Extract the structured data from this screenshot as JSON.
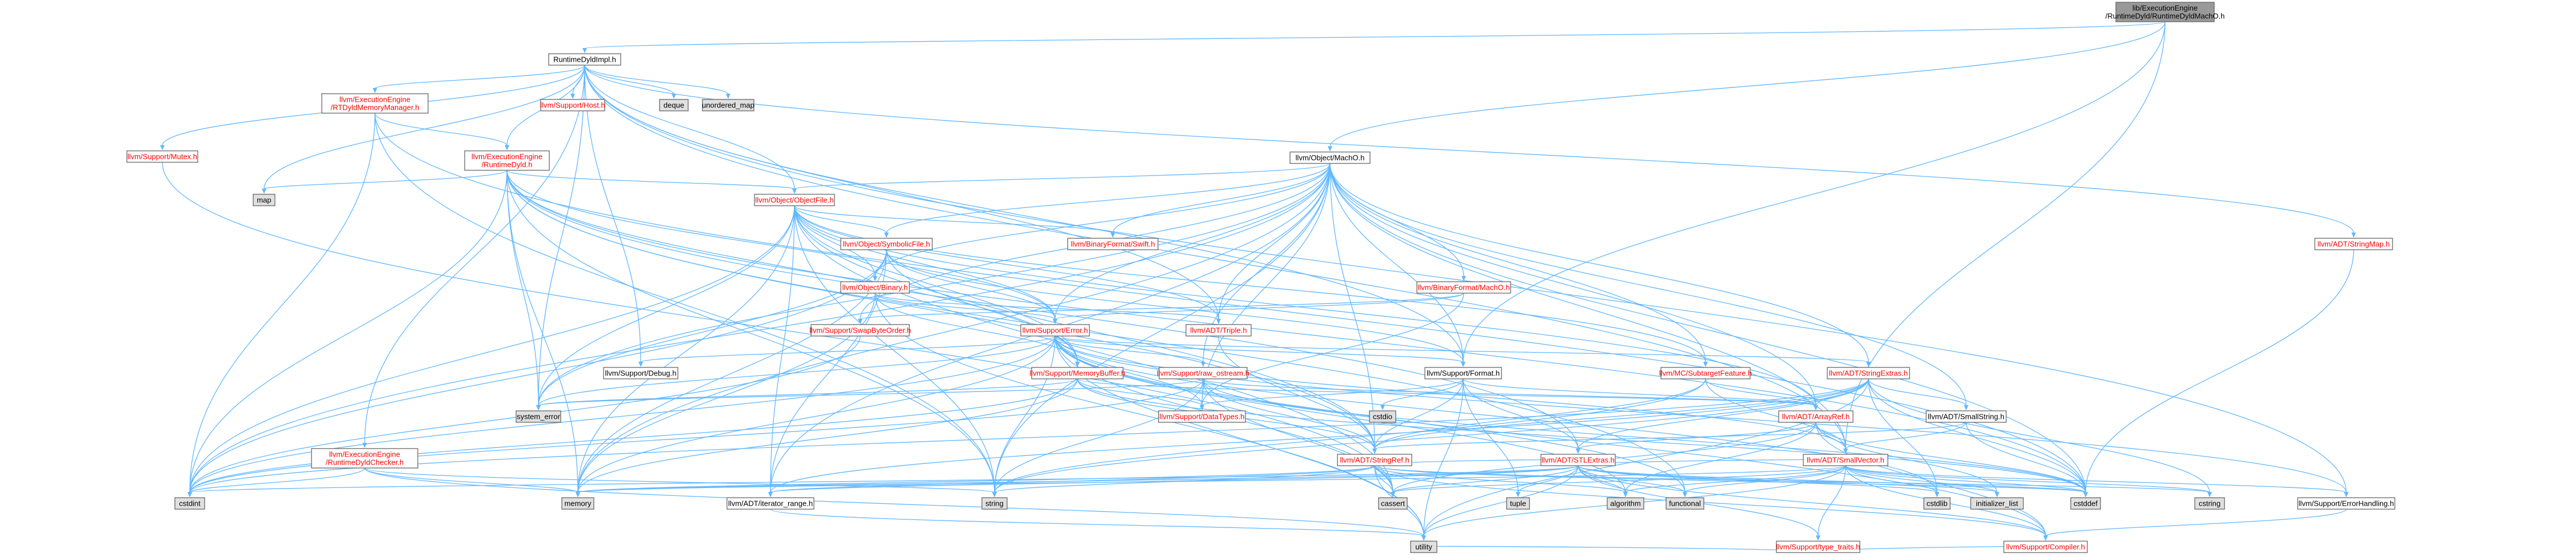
{
  "diagram": {
    "type": "include-dependency-graph",
    "colors": {
      "root_fill": "#999999",
      "node_fill": "#ffffff",
      "external_fill": "#e0e0e0",
      "border": "#666666",
      "text_dark": "#000000",
      "text_red": "#ff0000",
      "edge_blue": "#63b8ff"
    },
    "nodes": [
      {
        "id": "root",
        "lines": [
          "lib/ExecutionEngine",
          "/RuntimeDyld/RuntimeDyldMachO.h"
        ],
        "kind": "root"
      },
      {
        "id": "dyldimpl",
        "lines": [
          "RuntimeDyldImpl.h"
        ],
        "kind": "plain"
      },
      {
        "id": "machoh",
        "lines": [
          "llvm/Object/MachO.h"
        ],
        "kind": "plain"
      },
      {
        "id": "rtdyldmm",
        "lines": [
          "llvm/ExecutionEngine",
          "/RTDyldMemoryManager.h"
        ],
        "kind": "link"
      },
      {
        "id": "sysHost",
        "lines": [
          "llvm/Support/Host.h"
        ],
        "kind": "link"
      },
      {
        "id": "deque",
        "lines": [
          "deque"
        ],
        "kind": "ext"
      },
      {
        "id": "umap",
        "lines": [
          "unordered_map"
        ],
        "kind": "ext"
      },
      {
        "id": "mutex",
        "lines": [
          "llvm/Support/Mutex.h"
        ],
        "kind": "link"
      },
      {
        "id": "rtdyld",
        "lines": [
          "llvm/ExecutionEngine",
          "/RuntimeDyld.h"
        ],
        "kind": "link"
      },
      {
        "id": "map",
        "lines": [
          "map"
        ],
        "kind": "ext"
      },
      {
        "id": "objfile",
        "lines": [
          "llvm/Object/ObjectFile.h"
        ],
        "kind": "link"
      },
      {
        "id": "bfswift",
        "lines": [
          "llvm/BinaryFormat/Swift.h"
        ],
        "kind": "link"
      },
      {
        "id": "stringmap",
        "lines": [
          "llvm/ADT/StringMap.h"
        ],
        "kind": "link"
      },
      {
        "id": "symfile",
        "lines": [
          "llvm/Object/SymbolicFile.h"
        ],
        "kind": "link"
      },
      {
        "id": "bfmacho",
        "lines": [
          "llvm/BinaryFormat/MachO.h"
        ],
        "kind": "link"
      },
      {
        "id": "binary",
        "lines": [
          "llvm/Object/Binary.h"
        ],
        "kind": "link"
      },
      {
        "id": "swapbyte",
        "lines": [
          "llvm/Support/SwapByteOrder.h"
        ],
        "kind": "link"
      },
      {
        "id": "error",
        "lines": [
          "llvm/Support/Error.h"
        ],
        "kind": "link"
      },
      {
        "id": "triple",
        "lines": [
          "llvm/ADT/Triple.h"
        ],
        "kind": "link"
      },
      {
        "id": "debug",
        "lines": [
          "llvm/Support/Debug.h"
        ],
        "kind": "plain"
      },
      {
        "id": "membuf",
        "lines": [
          "llvm/Support/MemoryBuffer.h"
        ],
        "kind": "link"
      },
      {
        "id": "rawos",
        "lines": [
          "llvm/Support/raw_ostream.h"
        ],
        "kind": "link"
      },
      {
        "id": "format",
        "lines": [
          "llvm/Support/Format.h"
        ],
        "kind": "plain"
      },
      {
        "id": "subtarget",
        "lines": [
          "llvm/MC/SubtargetFeature.h"
        ],
        "kind": "link"
      },
      {
        "id": "strext",
        "lines": [
          "llvm/ADT/StringExtras.h"
        ],
        "kind": "link"
      },
      {
        "id": "syserr",
        "lines": [
          "system_error"
        ],
        "kind": "ext"
      },
      {
        "id": "cstdio",
        "lines": [
          "cstdio"
        ],
        "kind": "ext"
      },
      {
        "id": "datatypes",
        "lines": [
          "llvm/Support/DataTypes.h"
        ],
        "kind": "link"
      },
      {
        "id": "arrayref",
        "lines": [
          "llvm/ADT/ArrayRef.h"
        ],
        "kind": "link"
      },
      {
        "id": "smallstr",
        "lines": [
          "llvm/ADT/SmallString.h"
        ],
        "kind": "plain"
      },
      {
        "id": "checker",
        "lines": [
          "llvm/ExecutionEngine",
          "/RuntimeDyldChecker.h"
        ],
        "kind": "link"
      },
      {
        "id": "strref",
        "lines": [
          "llvm/ADT/StringRef.h"
        ],
        "kind": "link"
      },
      {
        "id": "stlext",
        "lines": [
          "llvm/ADT/STLExtras.h"
        ],
        "kind": "link"
      },
      {
        "id": "smallvec",
        "lines": [
          "llvm/ADT/SmallVector.h"
        ],
        "kind": "link"
      },
      {
        "id": "cstdint",
        "lines": [
          "cstdint"
        ],
        "kind": "ext"
      },
      {
        "id": "memory",
        "lines": [
          "memory"
        ],
        "kind": "ext"
      },
      {
        "id": "iterrange",
        "lines": [
          "llvm/ADT/iterator_range.h"
        ],
        "kind": "plain"
      },
      {
        "id": "string",
        "lines": [
          "string"
        ],
        "kind": "ext"
      },
      {
        "id": "cassert",
        "lines": [
          "cassert"
        ],
        "kind": "ext"
      },
      {
        "id": "tuple",
        "lines": [
          "tuple"
        ],
        "kind": "ext"
      },
      {
        "id": "algorithm",
        "lines": [
          "algorithm"
        ],
        "kind": "ext"
      },
      {
        "id": "functional",
        "lines": [
          "functional"
        ],
        "kind": "ext"
      },
      {
        "id": "cstdlib",
        "lines": [
          "cstdlib"
        ],
        "kind": "ext"
      },
      {
        "id": "initlist",
        "lines": [
          "initializer_list"
        ],
        "kind": "ext"
      },
      {
        "id": "cstddef",
        "lines": [
          "cstddef"
        ],
        "kind": "ext"
      },
      {
        "id": "cstring",
        "lines": [
          "cstring"
        ],
        "kind": "ext"
      },
      {
        "id": "errhandling",
        "lines": [
          "llvm/Support/ErrorHandling.h"
        ],
        "kind": "plain"
      },
      {
        "id": "typetraits",
        "lines": [
          "llvm/Support/type_traits.h"
        ],
        "kind": "link"
      },
      {
        "id": "compiler",
        "lines": [
          "llvm/Support/Compiler.h"
        ],
        "kind": "link"
      },
      {
        "id": "utility",
        "lines": [
          "utility"
        ],
        "kind": "ext"
      }
    ],
    "edges": [
      [
        "root",
        "dyldimpl"
      ],
      [
        "root",
        "machoh"
      ],
      [
        "root",
        "format"
      ],
      [
        "root",
        "smallvec"
      ],
      [
        "dyldimpl",
        "deque"
      ],
      [
        "dyldimpl",
        "umap"
      ],
      [
        "dyldimpl",
        "sysHost"
      ],
      [
        "dyldimpl",
        "mutex"
      ],
      [
        "dyldimpl",
        "rtdyldmm"
      ],
      [
        "dyldimpl",
        "rtdyld"
      ],
      [
        "dyldimpl",
        "map"
      ],
      [
        "dyldimpl",
        "objfile"
      ],
      [
        "dyldimpl",
        "stringmap"
      ],
      [
        "dyldimpl",
        "triple"
      ],
      [
        "dyldimpl",
        "debug"
      ],
      [
        "dyldimpl",
        "format"
      ],
      [
        "dyldimpl",
        "checker"
      ],
      [
        "dyldimpl",
        "errhandling"
      ],
      [
        "dyldimpl",
        "syserr"
      ],
      [
        "dyldimpl",
        "smallvec"
      ],
      [
        "rtdyldmm",
        "rtdyld"
      ],
      [
        "rtdyldmm",
        "cstdint"
      ],
      [
        "rtdyldmm",
        "string"
      ],
      [
        "rtdyldmm",
        "cstddef"
      ],
      [
        "mutex",
        "cassert"
      ],
      [
        "rtdyld",
        "map"
      ],
      [
        "rtdyld",
        "objfile"
      ],
      [
        "rtdyld",
        "error"
      ],
      [
        "rtdyld",
        "strref"
      ],
      [
        "rtdyld",
        "stlext"
      ],
      [
        "rtdyld",
        "cstdint"
      ],
      [
        "rtdyld",
        "memory"
      ],
      [
        "rtdyld",
        "string"
      ],
      [
        "rtdyld",
        "syserr"
      ],
      [
        "rtdyld",
        "cstddef"
      ],
      [
        "rtdyld",
        "functional"
      ],
      [
        "rtdyld",
        "membuf"
      ],
      [
        "machoh",
        "objfile"
      ],
      [
        "machoh",
        "bfswift"
      ],
      [
        "machoh",
        "symfile"
      ],
      [
        "machoh",
        "bfmacho"
      ],
      [
        "machoh",
        "binary"
      ],
      [
        "machoh",
        "error"
      ],
      [
        "machoh",
        "triple"
      ],
      [
        "machoh",
        "format"
      ],
      [
        "machoh",
        "subtarget"
      ],
      [
        "machoh",
        "strext"
      ],
      [
        "machoh",
        "arrayref"
      ],
      [
        "machoh",
        "smallstr"
      ],
      [
        "machoh",
        "smallvec"
      ],
      [
        "machoh",
        "strref"
      ],
      [
        "machoh",
        "memory"
      ],
      [
        "machoh",
        "string"
      ],
      [
        "machoh",
        "syserr"
      ],
      [
        "machoh",
        "cstdint"
      ],
      [
        "machoh",
        "iterrange"
      ],
      [
        "machoh",
        "rawos"
      ],
      [
        "machoh",
        "cstddef"
      ],
      [
        "machoh",
        "datatypes"
      ],
      [
        "machoh",
        "swapbyte"
      ],
      [
        "objfile",
        "bfswift"
      ],
      [
        "objfile",
        "symfile"
      ],
      [
        "objfile",
        "binary"
      ],
      [
        "objfile",
        "error"
      ],
      [
        "objfile",
        "triple"
      ],
      [
        "objfile",
        "membuf"
      ],
      [
        "objfile",
        "arrayref"
      ],
      [
        "objfile",
        "strref"
      ],
      [
        "objfile",
        "iterrange"
      ],
      [
        "objfile",
        "memory"
      ],
      [
        "objfile",
        "syserr"
      ],
      [
        "objfile",
        "cassert"
      ],
      [
        "objfile",
        "cstdint"
      ],
      [
        "objfile",
        "string"
      ],
      [
        "objfile",
        "subtarget"
      ],
      [
        "symfile",
        "binary"
      ],
      [
        "symfile",
        "error"
      ],
      [
        "symfile",
        "format"
      ],
      [
        "symfile",
        "membuf"
      ],
      [
        "symfile",
        "iterrange"
      ],
      [
        "symfile",
        "cstdint"
      ],
      [
        "symfile",
        "memory"
      ],
      [
        "symfile",
        "syserr"
      ],
      [
        "bfmacho",
        "swapbyte"
      ],
      [
        "bfmacho",
        "datatypes"
      ],
      [
        "bfmacho",
        "error"
      ],
      [
        "binary",
        "error"
      ],
      [
        "binary",
        "triple"
      ],
      [
        "binary",
        "membuf"
      ],
      [
        "binary",
        "memory"
      ],
      [
        "binary",
        "utility"
      ],
      [
        "swapbyte",
        "cstdint"
      ],
      [
        "swapbyte",
        "type_traits_dummy"
      ],
      [
        "error",
        "debug"
      ],
      [
        "error",
        "format"
      ],
      [
        "error",
        "rawos"
      ],
      [
        "error",
        "strext"
      ],
      [
        "error",
        "smallvec"
      ],
      [
        "error",
        "twine_dummy"
      ],
      [
        "error",
        "cstdint"
      ],
      [
        "error",
        "memory"
      ],
      [
        "error",
        "string"
      ],
      [
        "error",
        "syserr"
      ],
      [
        "error",
        "cassert"
      ],
      [
        "error",
        "algorithm"
      ],
      [
        "error",
        "cstdlib"
      ],
      [
        "error",
        "functional"
      ],
      [
        "error",
        "utility"
      ],
      [
        "error",
        "errhandling"
      ],
      [
        "error",
        "compiler"
      ],
      [
        "error",
        "datatypes"
      ],
      [
        "triple",
        "strref"
      ],
      [
        "membuf",
        "cstdint"
      ],
      [
        "membuf",
        "memory"
      ],
      [
        "membuf",
        "arrayref"
      ],
      [
        "membuf",
        "strref"
      ],
      [
        "membuf",
        "cstddef"
      ],
      [
        "membuf",
        "syserr"
      ],
      [
        "membuf",
        "datatypes"
      ],
      [
        "rawos",
        "strref"
      ],
      [
        "rawos",
        "arrayref"
      ],
      [
        "rawos",
        "cstddef"
      ],
      [
        "rawos",
        "cstdint"
      ],
      [
        "rawos",
        "string"
      ],
      [
        "rawos",
        "syserr"
      ],
      [
        "rawos",
        "cassert"
      ],
      [
        "rawos",
        "datatypes"
      ],
      [
        "format",
        "cstdio"
      ],
      [
        "format",
        "tuple"
      ],
      [
        "format",
        "utility"
      ],
      [
        "format",
        "arrayref"
      ],
      [
        "format",
        "strref"
      ],
      [
        "format",
        "stlext"
      ],
      [
        "format",
        "datatypes"
      ],
      [
        "subtarget",
        "arrayref"
      ],
      [
        "subtarget",
        "strref"
      ],
      [
        "subtarget",
        "string"
      ],
      [
        "subtarget",
        "smallvec"
      ],
      [
        "strext",
        "arrayref"
      ],
      [
        "strext",
        "smallstr"
      ],
      [
        "strext",
        "strref"
      ],
      [
        "strext",
        "stlext"
      ],
      [
        "strext",
        "iterrange"
      ],
      [
        "strext",
        "cstddef"
      ],
      [
        "strext",
        "cstdint"
      ],
      [
        "strext",
        "cstdlib"
      ],
      [
        "strext",
        "cstring"
      ],
      [
        "strext",
        "string"
      ],
      [
        "strext",
        "utility"
      ],
      [
        "arrayref",
        "smallvec"
      ],
      [
        "arrayref",
        "stlext"
      ],
      [
        "arrayref",
        "compiler"
      ],
      [
        "arrayref",
        "algorithm"
      ],
      [
        "arrayref",
        "cassert"
      ],
      [
        "arrayref",
        "cstddef"
      ],
      [
        "arrayref",
        "initlist"
      ],
      [
        "arrayref",
        "iterrange_dummy"
      ],
      [
        "smallstr",
        "smallvec"
      ],
      [
        "smallstr",
        "strref"
      ],
      [
        "smallstr",
        "cstddef"
      ],
      [
        "checker",
        "cstdint"
      ],
      [
        "checker",
        "memory"
      ],
      [
        "checker",
        "string"
      ],
      [
        "checker",
        "utility"
      ],
      [
        "strref",
        "stlext"
      ],
      [
        "strref",
        "iterrange"
      ],
      [
        "strref",
        "compiler"
      ],
      [
        "strref",
        "algorithm"
      ],
      [
        "strref",
        "cassert"
      ],
      [
        "strref",
        "cstddef"
      ],
      [
        "strref",
        "cstring"
      ],
      [
        "strref",
        "limits_dummy"
      ],
      [
        "strref",
        "string"
      ],
      [
        "strref",
        "utility"
      ],
      [
        "strref",
        "memory"
      ],
      [
        "stlext",
        "smallvec"
      ],
      [
        "stlext",
        "iterrange"
      ],
      [
        "stlext",
        "typetraits"
      ],
      [
        "stlext",
        "compiler"
      ],
      [
        "stlext",
        "algorithm"
      ],
      [
        "stlext",
        "cassert"
      ],
      [
        "stlext",
        "cstddef"
      ],
      [
        "stlext",
        "cstdint"
      ],
      [
        "stlext",
        "cstdlib"
      ],
      [
        "stlext",
        "functional"
      ],
      [
        "stlext",
        "initlist"
      ],
      [
        "stlext",
        "tuple"
      ],
      [
        "stlext",
        "utility"
      ],
      [
        "stlext",
        "memory"
      ],
      [
        "smallvec",
        "compiler"
      ],
      [
        "smallvec",
        "typetraits"
      ],
      [
        "smallvec",
        "algorithm"
      ],
      [
        "smallvec",
        "cassert"
      ],
      [
        "smallvec",
        "cstddef"
      ],
      [
        "smallvec",
        "cstdlib"
      ],
      [
        "smallvec",
        "cstring"
      ],
      [
        "smallvec",
        "functional"
      ],
      [
        "smallvec",
        "initlist"
      ],
      [
        "smallvec",
        "memory"
      ],
      [
        "smallvec",
        "utility"
      ],
      [
        "smallvec",
        "errhandling"
      ],
      [
        "errhandling",
        "compiler"
      ],
      [
        "typetraits",
        "utility"
      ],
      [
        "typetraits",
        "compiler"
      ],
      [
        "iterrange",
        "utility"
      ],
      [
        "stringmap",
        "cstddef"
      ]
    ]
  }
}
